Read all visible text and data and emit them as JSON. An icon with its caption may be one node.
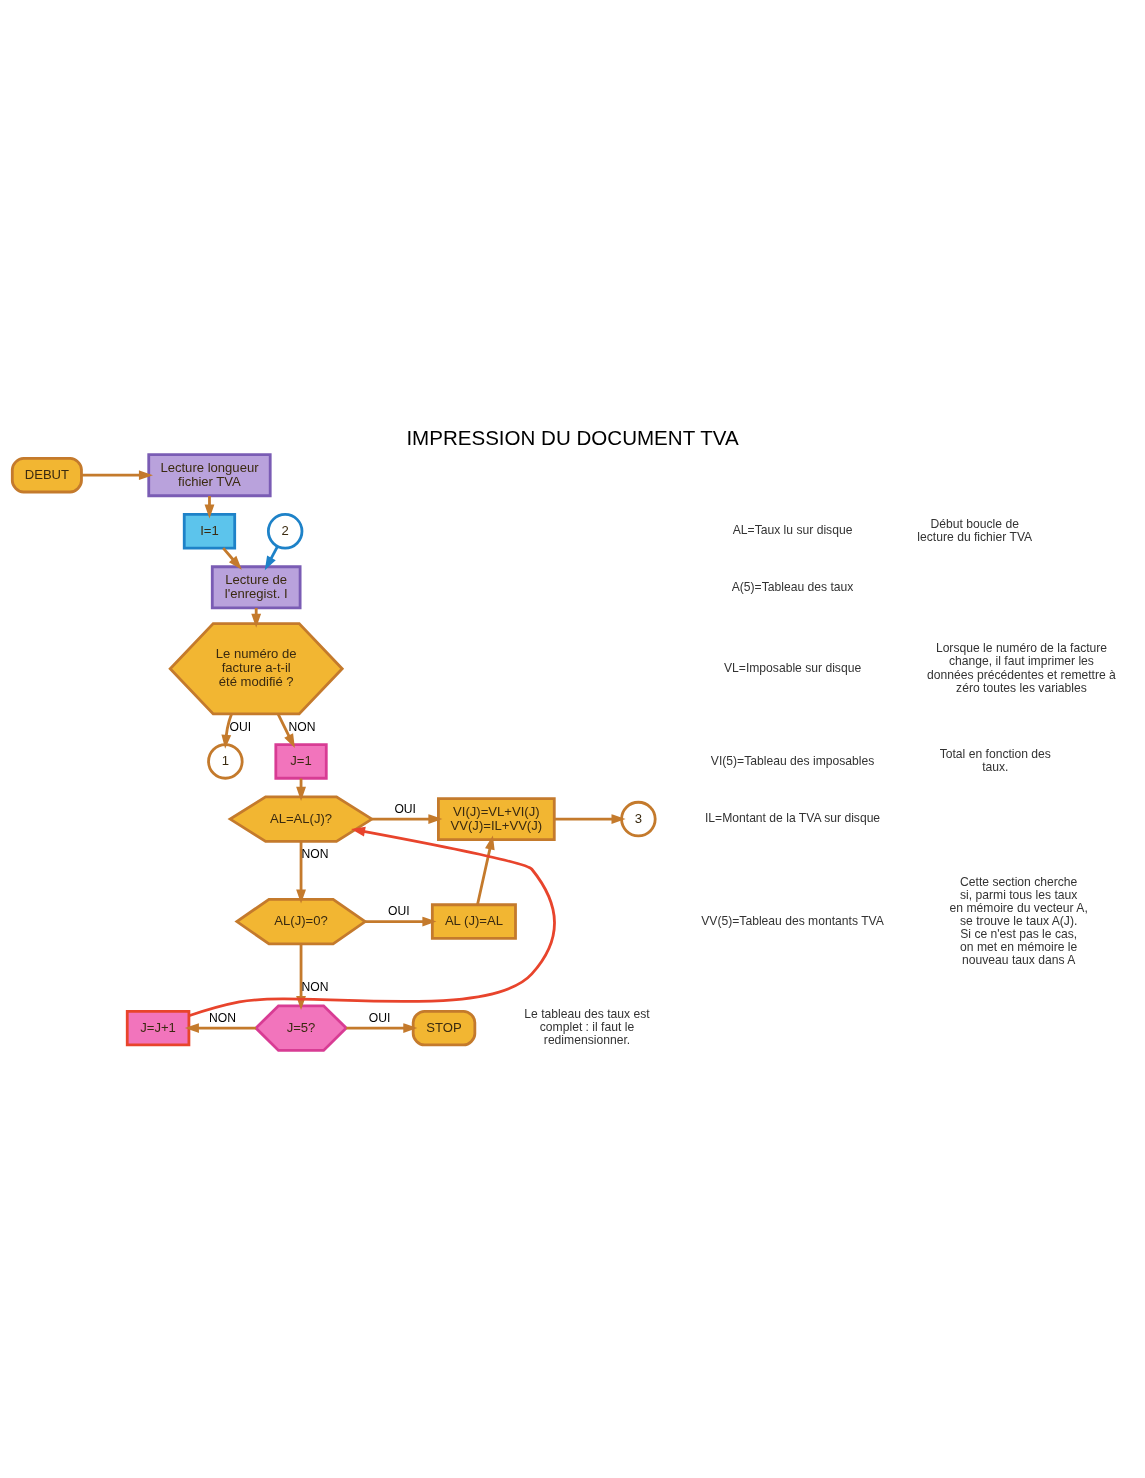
{
  "diagram": {
    "title": "IMPRESSION DU DOCUMENT TVA",
    "nodes": [
      {
        "text": [
          "DEBUT"
        ]
      },
      {
        "text": [
          "Lecture longueur fichier TVA"
        ]
      },
      {
        "text": [
          "I=1"
        ]
      },
      {
        "text": [
          "Lecture de l'enregist. I"
        ]
      },
      {
        "text": [
          "Le numéro de facture a-t-il été modifié ?"
        ]
      },
      {
        "text": [
          "1"
        ]
      },
      {
        "text": [
          "J=1"
        ]
      },
      {
        "text": [
          "AL=AL(J)?"
        ]
      },
      {
        "text": [
          "VI(J)=VL+VI(J)",
          "VV(J)=IL+VV(J)"
        ]
      },
      {
        "text": [
          "3"
        ]
      },
      {
        "text": [
          "AL(J)=0?"
        ]
      },
      {
        "text": [
          "AL (J)=AL"
        ]
      },
      {
        "text": [
          "J=5?"
        ]
      },
      {
        "text": [
          "STOP"
        ]
      },
      {
        "text": [
          "J=J+1"
        ]
      },
      {
        "text": [
          "2"
        ]
      }
    ],
    "edges": [
      {
        "from": 0,
        "to": 1,
        "arrow": "to"
      },
      {
        "from": 1,
        "to": 2,
        "arrow": "to"
      },
      {
        "from": 2,
        "to": 3,
        "arrow": "to"
      },
      {
        "from": 15,
        "to": 3,
        "arrow": "to",
        "color": "#1e82c8"
      },
      {
        "from": 3,
        "to": 4,
        "arrow": "to"
      },
      {
        "from": 4,
        "to": 5,
        "arrow": "to",
        "label": "OUI"
      },
      {
        "from": 4,
        "to": 6,
        "arrow": "to",
        "label": "NON"
      },
      {
        "from": 6,
        "to": 7,
        "arrow": "to"
      },
      {
        "from": 7,
        "to": 8,
        "arrow": "to",
        "label": "OUI"
      },
      {
        "from": 8,
        "to": 9,
        "arrow": "to"
      },
      {
        "from": 7,
        "to": 10,
        "arrow": "to",
        "label": "NON"
      },
      {
        "from": 10,
        "to": 11,
        "arrow": "to",
        "label": "OUI"
      },
      {
        "from": 11,
        "to": 8,
        "arrow": "to"
      },
      {
        "from": 10,
        "to": 12,
        "arrow": "to",
        "label": "NON"
      },
      {
        "from": 12,
        "to": 13,
        "arrow": "to",
        "label": "OUI"
      },
      {
        "from": 12,
        "to": 14,
        "arrow": "to",
        "label": "NON"
      },
      {
        "from": 14,
        "to": 7,
        "arrow": "to",
        "color": "#e8442c"
      }
    ],
    "labels": [
      "AL=Taux lu sur disque",
      "A(5)=Tableau des taux",
      "VL=Imposable sur disque",
      "VI(5)=Tableau des imposables",
      "IL=Montant de la TVA sur disque",
      "VV(5)=Tableau des montants TVA",
      "Début boucle de lecture du fichier TVA",
      "Lorsque le numéro de la facture change, il faut imprimer les données précédentes et remettre à zéro toutes les variables",
      "Total en fonction des taux.",
      "Cette section cherche si, parmi tous les taux en mémoire du vecteur A, se trouve le taux A(J). Si ce n'est pas le cas, on met en mémoire le nouveau taux dans A",
      "Le tableau des taux est complet : il faut le redimensionner."
    ]
  }
}
